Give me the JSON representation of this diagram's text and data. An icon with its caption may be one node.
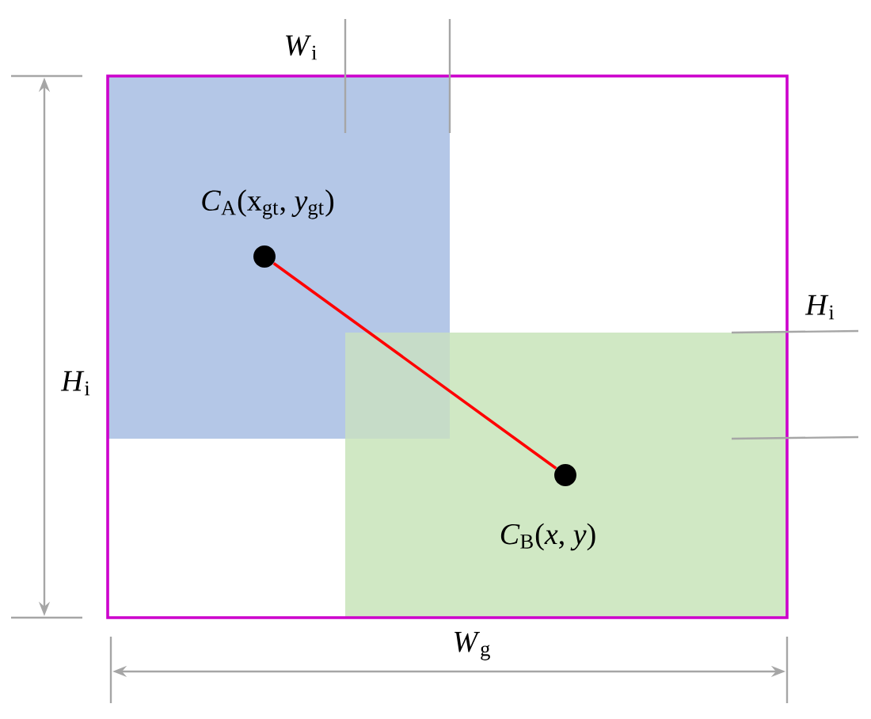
{
  "diagram": {
    "nodes": [
      {
        "text": [],
        "shape": "circle",
        "beside": [
          "*C*$_{A}$(x$_{gt}$, *y*$_{gt}$)"
        ]
      },
      {
        "text": [],
        "shape": "circle",
        "beside": [
          "*C*$_{B}$(*x*, *y*)"
        ]
      }
    ],
    "edges": [
      {
        "from": 0,
        "to": 1,
        "arrow": "none",
        "color": "#ff0000"
      }
    ],
    "labels": [
      "*W*$_{i}$",
      "*H*$_{i}$",
      "*H*$_{i}$",
      "*W*$_{g}$"
    ]
  }
}
